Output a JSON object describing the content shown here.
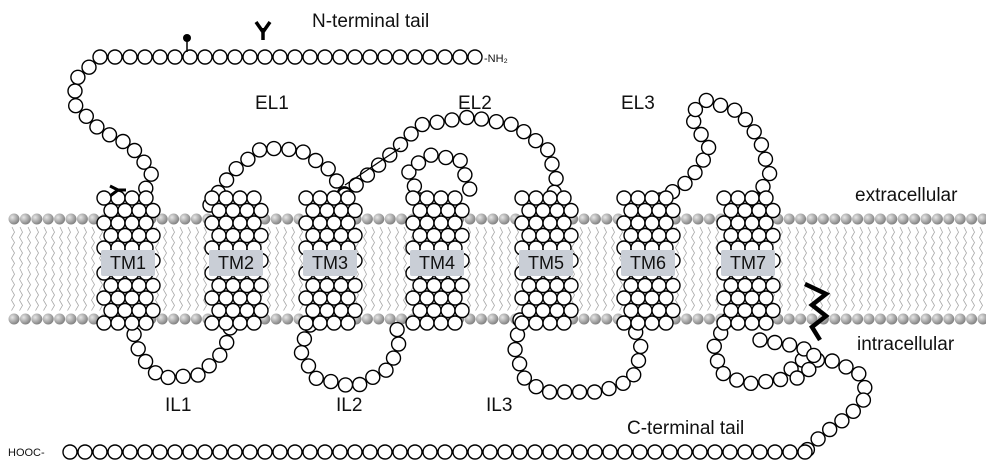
{
  "labels": {
    "n_tail": "N-terminal tail",
    "nh2": "-NH₂",
    "c_tail": "C-terminal tail",
    "hooc": "HOOC-",
    "extracellular": "extracellular",
    "intracellular": "intracellular",
    "el1": "EL1",
    "el2": "EL2",
    "el3": "EL3",
    "il1": "IL1",
    "il2": "IL2",
    "il3": "IL3"
  },
  "helices": [
    "TM1",
    "TM2",
    "TM3",
    "TM4",
    "TM5",
    "TM6",
    "TM7"
  ],
  "icons": {
    "glycosylation": "y-shaped-glycan-icon",
    "lipid_anchor": "lollipop-icon",
    "palmitoylation": "zigzag-anchor-icon"
  },
  "colors": {
    "membrane_head": "#9a9a9a",
    "tm_label_box": "#c9ced6",
    "residue_stroke": "#000000",
    "residue_fill": "#ffffff"
  }
}
